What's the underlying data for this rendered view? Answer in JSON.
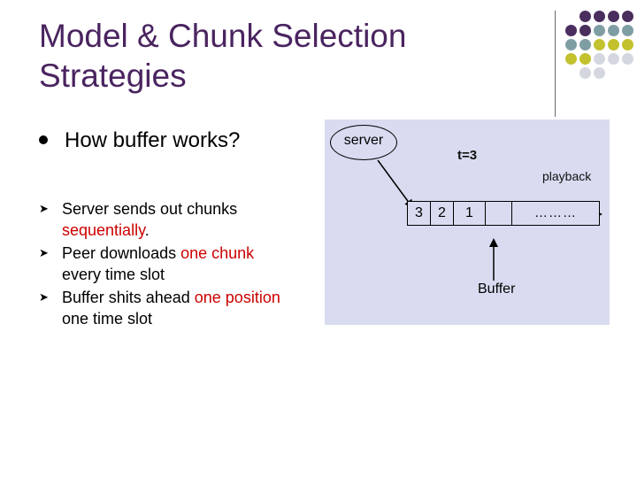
{
  "slide": {
    "title_line1": "Model & Chunk Selection",
    "title_line2": "Strategies",
    "bullet": "How buffer works?",
    "points": [
      {
        "before": "Server sends out chunks ",
        "highlight": "sequentially",
        "after": "."
      },
      {
        "before": "Peer downloads ",
        "highlight": "one chunk",
        "after": " every time slot"
      },
      {
        "before": "Buffer shits ahead ",
        "highlight": "one position",
        "after": " one time slot"
      }
    ]
  },
  "diagram": {
    "server_label": "server",
    "time_label": "t=3",
    "playback_label": "playback",
    "cells": [
      "3",
      "2",
      "1",
      "",
      "………"
    ],
    "buffer_label": "Buffer"
  },
  "colors": {
    "title": "#4a2460",
    "highlight": "#cc0000",
    "panel": "#d9dcf0",
    "dot_purple": "#4a2e5e",
    "dot_teal": "#7f9ea3",
    "dot_olive": "#c3c22e",
    "dot_grey": "#d5d7e0"
  }
}
